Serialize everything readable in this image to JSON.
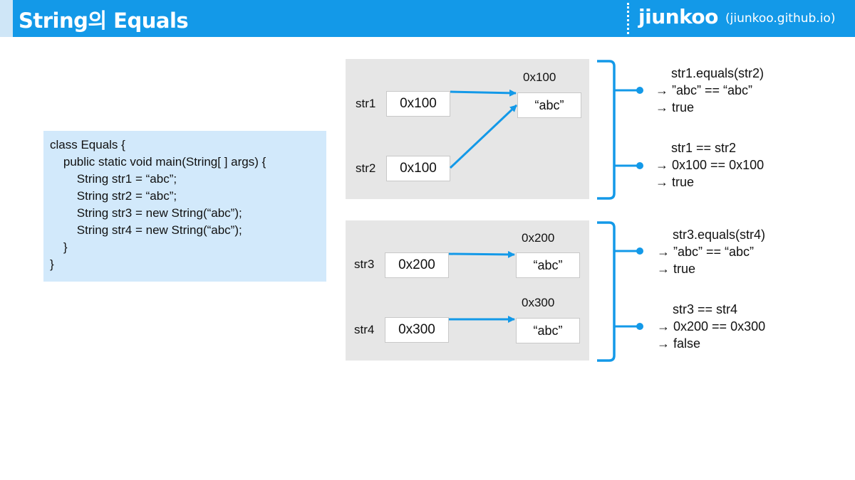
{
  "header": {
    "title": "String의 Equals",
    "brand": "jiunkoo",
    "brand_url": "(jiunkoo.github.io)"
  },
  "code": {
    "lines": [
      "class Equals {",
      "    public static void main(String[ ] args) {",
      "        String str1 = “abc”;",
      "        String str2 = “abc”;",
      "        String str3 = new String(“abc”);",
      "        String str4 = new String(“abc”);",
      "    }",
      "}"
    ]
  },
  "panel1": {
    "vars": [
      {
        "name": "str1",
        "ref": "0x100"
      },
      {
        "name": "str2",
        "ref": "0x100"
      }
    ],
    "object": {
      "address": "0x100",
      "value": "“abc”"
    }
  },
  "panel2": {
    "vars": [
      {
        "name": "str3",
        "ref": "0x200"
      },
      {
        "name": "str4",
        "ref": "0x300"
      }
    ],
    "objects": [
      {
        "address": "0x200",
        "value": "“abc”"
      },
      {
        "address": "0x300",
        "value": "“abc”"
      }
    ]
  },
  "results": [
    {
      "expr": "str1.equals(str2)",
      "step": "→ ”abc” == “abc”",
      "result": "→ true"
    },
    {
      "expr": "str1 == str2",
      "step": "→ 0x100 == 0x100",
      "result": "→ true"
    },
    {
      "expr": "str3.equals(str4)",
      "step": "→ ”abc” == “abc”",
      "result": "→ true"
    },
    {
      "expr": "str3 == str4",
      "step": "→ 0x200 == 0x300",
      "result": "→ false"
    }
  ],
  "colors": {
    "accent": "#1399e8",
    "code_bg": "#d2e9fb",
    "panel_bg": "#e6e6e6"
  }
}
